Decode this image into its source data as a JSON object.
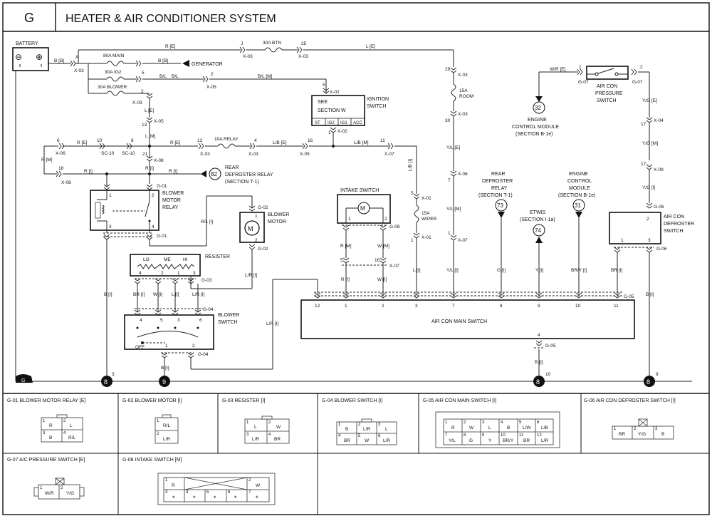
{
  "header": {
    "section": "G",
    "title": "HEATER & AIR CONDITIONER SYSTEM"
  },
  "battery": {
    "label": "BATTERY",
    "minus": "⊖",
    "plus": "⊕",
    "wire": "B [B]",
    "split": "A",
    "conn": "X-03"
  },
  "fuses": {
    "btn": "30A BTN",
    "main": "80A MAIN",
    "ig2": "30A IG2",
    "blower": "30A BLOWER",
    "room": "15A",
    "room2": "ROOM",
    "relay": "10A RELAY",
    "wiper": "15A",
    "wiper2": "WIPER"
  },
  "generator": "GENERATOR",
  "ignition": {
    "see": "SEE",
    "section": "SECTION W",
    "title1": "IGNITION",
    "title2": "SWITCH",
    "pins": [
      "ST",
      "IG2",
      "IG1",
      "ACC"
    ]
  },
  "wires": {
    "re": "R [E]",
    "le": "L [E]",
    "bb": "B [B]",
    "blm": "B/L [M]",
    "le2": "L [E]",
    "lm": "L [M]",
    "re2": "R [E]",
    "rm": "R [M]",
    "ri": "R [I]",
    "lbe": "L/B [E]",
    "lbm": "L/B [M]",
    "lbi": "L/B [I]",
    "rli": "R/L [I]",
    "li": "L [I]",
    "bi": "B [I]",
    "bri": "BR [I]",
    "wi": "W [I]",
    "lri": "L/R [I]",
    "rm2": "R [M]",
    "wm": "W [M]",
    "ri2": "R [I]",
    "wi2": "W [I]",
    "li2": "L [I]",
    "yle": "Y/L [E]",
    "ylm": "Y/L [M]",
    "yli": "Y/L [I]",
    "gi": "G [I]",
    "yi": "Y [I]",
    "bryi": "BR/Y [I]",
    "bri2": "BR [I]",
    "wre": "W/R [E]",
    "yge": "Y/G [E]",
    "ygm": "Y/G [M]",
    "ygi": "Y/G [I]",
    "bi2": "B [I]",
    "bi3": "B [I]",
    "bi4": "B [I]",
    "bi5": "B [I]",
    "bl": "B/L",
    "bl2": "B/L"
  },
  "conns": {
    "x03": "X-03",
    "x05": "X-05",
    "x02": "X-02",
    "x06": "X-06",
    "x08": "X-08",
    "x07": "X-07",
    "x01": "X-01",
    "x04": "X-04",
    "x09": "X-09",
    "sc10": "SC-10",
    "g01": "G-01",
    "g02": "G-02",
    "g03": "G-03",
    "g04": "G-04",
    "g05": "G-05",
    "g06": "G-06",
    "g07": "G-07",
    "g08": "G-08"
  },
  "pins": {
    "j": "J",
    "n25": "25",
    "n5": "5",
    "n2": "2",
    "n13": "13",
    "n6": "6",
    "n10": "10",
    "n8": "8",
    "n21": "21",
    "n16": "16",
    "n11": "11",
    "n18": "18",
    "n29": "29",
    "n30": "30",
    "n7": "7",
    "n1": "1",
    "n3": "3",
    "n4": "4",
    "n12": "12",
    "n9": "9",
    "n17": "17"
  },
  "components": {
    "relay": {
      "l1": "BLOWER",
      "l2": "MOTOR",
      "l3": "RELAY"
    },
    "motor": {
      "l1": "BLOWER",
      "l2": "MOTOR",
      "symbol": "M"
    },
    "resister": {
      "title": "RESISTER",
      "lo": "LO",
      "me": "ME",
      "hi": "HI"
    },
    "bswitch": {
      "l1": "BLOWER",
      "l2": "SWITCH",
      "off": "OFF"
    },
    "intake": {
      "title": "INTAKE SWITCH",
      "symbol": "M"
    },
    "rearDef": {
      "l1": "REAR",
      "l2": "DEFROSTER RELAY",
      "l3": "(SECTION T-1)",
      "num": "82"
    },
    "rearDef2": {
      "l1": "REAR",
      "l2": "DEFROSTER",
      "l3": "RELAY",
      "l4": "(SECTION T-1)",
      "num": "73"
    },
    "etwis": {
      "l1": "ETWIS",
      "l2": "(SECTION I-1a)",
      "num": "74"
    },
    "ecm": {
      "l1": "ENGINE",
      "l2": "CONTROL",
      "l3": "MODULE",
      "l4": "(SECTION B-1e)",
      "num": "31"
    },
    "ecm2": {
      "l1": "ENGINE",
      "l2": "CONTROL MODULE",
      "l3": "(SECTION B-1e)",
      "num": "32"
    },
    "pressure": {
      "l1": "AIR CON",
      "l2": "PRESSURE",
      "l3": "SWITCH"
    },
    "defsw": {
      "l1": "AIR CON",
      "l2": "DEFROSTER",
      "l3": "SWITCH"
    },
    "mainsw": {
      "title": "AIR CON MAIN SWITCH"
    }
  },
  "grounds": {
    "g": "G",
    "g8a": "8",
    "g9": "9",
    "g8b": "8",
    "g8c": "8",
    "p3": "3",
    "p10": "10",
    "p9": "9"
  },
  "connectors": [
    {
      "title": "G-01 BLOWER MOTOR RELAY [E]",
      "cells": [
        [
          "1",
          "R"
        ],
        [
          "2",
          "L"
        ],
        [
          "3",
          "B"
        ],
        [
          "4",
          "R/L"
        ]
      ]
    },
    {
      "title": "G-02 BLOWER MOTOR [I]",
      "cells": [
        [
          "1",
          "R/L"
        ],
        [
          "2",
          "L/R"
        ]
      ]
    },
    {
      "title": "G-03 RESISTER [I]",
      "cells": [
        [
          "1",
          "L"
        ],
        [
          "2",
          "W"
        ],
        [
          "3",
          "L/R"
        ],
        [
          "4",
          "BR"
        ]
      ]
    },
    {
      "title": "G-04 BLOWER SWITCH [I]",
      "cells": [
        [
          "1",
          "B"
        ],
        [
          "2",
          "L/R"
        ],
        [
          "3",
          "L"
        ],
        [
          "4",
          "BR"
        ],
        [
          "5",
          "W"
        ],
        [
          "6",
          "L/R"
        ]
      ]
    },
    {
      "title": "G-05 AIR CON MAIN SWITCH [I]",
      "cells": [
        [
          "1",
          "R"
        ],
        [
          "2",
          "W"
        ],
        [
          "3",
          "L"
        ],
        [
          "4",
          "B"
        ],
        [
          "5",
          "L/W"
        ],
        [
          "6",
          "L/B"
        ],
        [
          "7",
          "Y/L"
        ],
        [
          "8",
          "G"
        ],
        [
          "9",
          "Y"
        ],
        [
          "10",
          "BR/Y"
        ],
        [
          "11",
          "BR"
        ],
        [
          "12",
          "L/R"
        ]
      ]
    },
    {
      "title": "G-06 AIR CON DEFROSTER SWITCH [I]",
      "cells": [
        [
          "1",
          "BR"
        ],
        [
          "2",
          "Y/G"
        ],
        [
          "3",
          "B"
        ]
      ]
    },
    {
      "title": "G-07 A/C PRESSURE SWITCH [E]",
      "cells": [
        [
          "1",
          "W/R"
        ],
        [
          "2",
          "Y/G"
        ]
      ]
    },
    {
      "title": "G-08 INTAKE SWITCH [M]",
      "cells": [
        [
          "1",
          "R"
        ],
        [
          "2",
          "W"
        ],
        [
          "3",
          "*"
        ],
        [
          "4",
          "*"
        ],
        [
          "5",
          "*"
        ],
        [
          "6",
          "*"
        ],
        [
          "7",
          "*"
        ]
      ]
    }
  ]
}
